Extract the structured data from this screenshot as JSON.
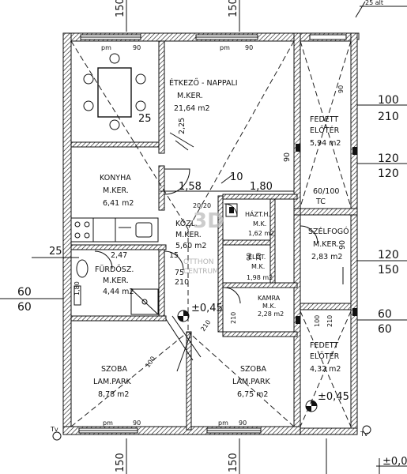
{
  "rooms": [
    {
      "id": "dining",
      "name": "ÉTKEZŐ - NAPPALI",
      "floor": "M.KER.",
      "area": "21,64 m2"
    },
    {
      "id": "terrace-top",
      "name": "FEDETT",
      "name2": "ELŐTÉR",
      "area": "5,94 m2"
    },
    {
      "id": "kitchen",
      "name": "KONYHA",
      "floor": "M.KER.",
      "area": "6,41 m2"
    },
    {
      "id": "hall",
      "name": "KÖZL.",
      "floor": "M.KER.",
      "area": "5,60 m2"
    },
    {
      "id": "utility",
      "name": "HÁZT.H.",
      "floor": "M.K.",
      "area": "1,62 m2"
    },
    {
      "id": "wind",
      "name": "SZÉLFOGÓ",
      "floor": "M.KER.",
      "area": "2,83 m2"
    },
    {
      "id": "bath",
      "name": "FÜRDŐSZ.",
      "floor": "M.KER.",
      "area": "4,44 m2"
    },
    {
      "id": "entry",
      "name": "ELŐT.",
      "floor": "M.K.",
      "area": "1,98 m2"
    },
    {
      "id": "pantry",
      "name": "KAMRA",
      "floor": "M.K.",
      "area": "2,28 m2"
    },
    {
      "id": "room-left",
      "name": "SZOBA",
      "floor": "LAM.PARK",
      "area": "8,78 m2"
    },
    {
      "id": "room-right",
      "name": "SZOBA",
      "floor": "LAM.PARK",
      "area": "6,75 m2"
    },
    {
      "id": "terrace-bottom",
      "name": "FEDETT",
      "name2": "ELŐTÉR",
      "area": "4,32 m2"
    }
  ],
  "dims": {
    "top_pm_left": "pm",
    "top_90_left": "90",
    "top_pm_right": "pm",
    "top_90_right": "90",
    "top_150_left": "150",
    "top_150_right": "150",
    "corner": "25 alt",
    "right_100": "100",
    "right_210": "210",
    "right_120a": "120",
    "right_120b": "120",
    "right_120c": "120",
    "right_150": "150",
    "right_60a": "60",
    "right_60b": "60",
    "left_60a": "60",
    "left_60b": "60",
    "left_25": "25",
    "bath_247": "2,47",
    "d_158": "1,58",
    "d_180": "1,80",
    "d_6010": "60/100",
    "d_tc": "TC",
    "d_2020": "20/20",
    "d_10": "10",
    "d_25": "25",
    "d_225": "2,25",
    "d_90_mid": "90",
    "d_90_mid2": "90",
    "d_75": "75",
    "d_210": "210",
    "d_15": "15",
    "d_180v": "1,80",
    "d_045a": "±0,45",
    "d_045b": "±0,45",
    "d_100b": "100",
    "d_210b": "210",
    "d_210c": "210",
    "d_210d": "210",
    "d_100c": "100",
    "d_20": "20",
    "d_90_e1": "90",
    "d_90_e2": "90",
    "bottom_pm_left": "pm",
    "bottom_90_left": "90",
    "bottom_pm_right": "pm",
    "bottom_90_right": "90",
    "bottom_150_left": "150",
    "bottom_150_right": "150",
    "tv_left": "Tv",
    "tv_right": "Tv",
    "bottom_corner": "±0,0"
  },
  "watermark": {
    "logo": "3D",
    "line1": "OTTHON",
    "line2": "CENTRUM"
  },
  "colors": {
    "ink": "#111111",
    "watermark": "#9a9a9a"
  }
}
